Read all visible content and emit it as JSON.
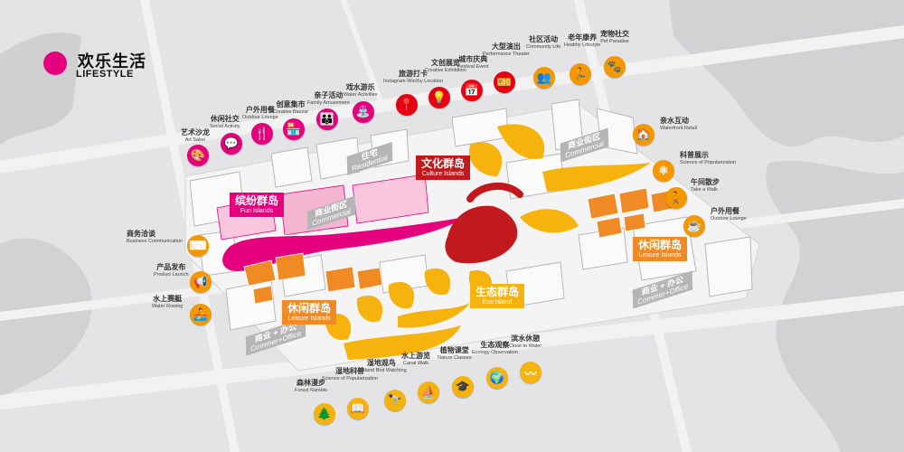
{
  "brand": {
    "title_cn": "欢乐生活",
    "title_en": "LIFESTYLE",
    "color": "#e5007e"
  },
  "colors": {
    "fun": "#e5007e",
    "culture": "#e60012",
    "eco": "#f39800",
    "leisure": "#f08a24",
    "district": "#b5b5b5"
  },
  "islands": {
    "fun": {
      "cn": "缤纷群岛",
      "en": "Fun Islands"
    },
    "culture": {
      "cn": "文化群岛",
      "en": "Culture Islands"
    },
    "eco": {
      "cn": "生态群岛",
      "en": "Eco Island"
    },
    "leisure_west": {
      "cn": "休闲群岛",
      "en": "Leisure Islands"
    },
    "leisure_east": {
      "cn": "休闲群岛",
      "en": "Leisure Islands"
    }
  },
  "districts": {
    "residential": {
      "cn": "住宅",
      "en": "Residential"
    },
    "commercial_north": {
      "cn": "商业街区",
      "en": "Commercial"
    },
    "commercial_center": {
      "cn": "商业街区",
      "en": "Commercial"
    },
    "office_west": {
      "cn": "商业 + 办公",
      "en": "Commer+Office"
    },
    "office_east": {
      "cn": "商业 + 办公",
      "en": "Commer+Office"
    }
  },
  "pois": {
    "art_salon": {
      "cn": "艺术沙龙",
      "en": "Art Salon",
      "icon": "palette-icon"
    },
    "social_activity": {
      "cn": "休闲社交",
      "en": "Social Activity",
      "icon": "chat-icon"
    },
    "outdoor_lounge_nw": {
      "cn": "户外用餐",
      "en": "Outdoor Lounge",
      "icon": "dining-icon"
    },
    "creative_bazaar": {
      "cn": "创意集市",
      "en": "Creative Bazzar",
      "icon": "market-icon"
    },
    "family_amusement": {
      "cn": "亲子活动",
      "en": "Family Amusement",
      "icon": "family-icon"
    },
    "water_activities": {
      "cn": "戏水游乐",
      "en": "Water Activities",
      "icon": "water-play-icon"
    },
    "instagram_location": {
      "cn": "旅游打卡",
      "en": "Instagram-Worthy Location",
      "icon": "location-pin-icon"
    },
    "creative_exhibition": {
      "cn": "文创展览",
      "en": "Creative Exhibition",
      "icon": "lightbulb-icon"
    },
    "festival_event": {
      "cn": "城市庆典",
      "en": "Festival Event",
      "icon": "calendar-icon"
    },
    "performance_theater": {
      "cn": "大型演出",
      "en": "Performance Theater",
      "icon": "ticket-icon"
    },
    "community_life": {
      "cn": "社区活动",
      "en": "Community Life",
      "icon": "community-icon"
    },
    "healthy_lifestyle": {
      "cn": "老年康养",
      "en": "Healthy Lifestyle",
      "icon": "fitness-icon"
    },
    "pet_paradise": {
      "cn": "宠物社交",
      "en": "Pet Paradise",
      "icon": "paw-icon"
    },
    "waterfront_retail": {
      "cn": "亲水互动",
      "en": "Waterfront Retail",
      "icon": "storefront-icon"
    },
    "science_popularization_east": {
      "cn": "科普展示",
      "en": "Science of Popularization",
      "icon": "atom-icon"
    },
    "take_a_walk": {
      "cn": "午间散步",
      "en": "Take a Walk",
      "icon": "walking-icon"
    },
    "outdoor_lounge_east": {
      "cn": "户外用餐",
      "en": "Outdoor Lounge",
      "icon": "coffee-icon"
    },
    "business_communication": {
      "cn": "商务洽谈",
      "en": "Business Communication",
      "icon": "keyboard-icon"
    },
    "product_launch": {
      "cn": "产品发布",
      "en": "Product Launch",
      "icon": "megaphone-icon"
    },
    "water_rowing": {
      "cn": "水上赛艇",
      "en": "Water Rowing",
      "icon": "rowing-icon"
    },
    "forest_ramble": {
      "cn": "森林漫步",
      "en": "Forest Ramble",
      "icon": "tree-icon"
    },
    "science_popularization_south": {
      "cn": "湿地科普",
      "en": "Science of Popularization",
      "icon": "book-icon"
    },
    "wetland_bird_watching": {
      "cn": "湿地观鸟",
      "en": "Wetland Bird Watching",
      "icon": "binoculars-icon"
    },
    "canal_walk": {
      "cn": "水上游览",
      "en": "Canal Walk",
      "icon": "boat-icon"
    },
    "nature_classes": {
      "cn": "植物课堂",
      "en": "Nature Classes",
      "icon": "graduation-cap-icon"
    },
    "ecology_observation": {
      "cn": "生态观察",
      "en": "Ecology Observation",
      "icon": "globe-icon"
    },
    "close_to_water": {
      "cn": "滨水休憩",
      "en": "Close to Water",
      "icon": "waves-icon"
    }
  }
}
